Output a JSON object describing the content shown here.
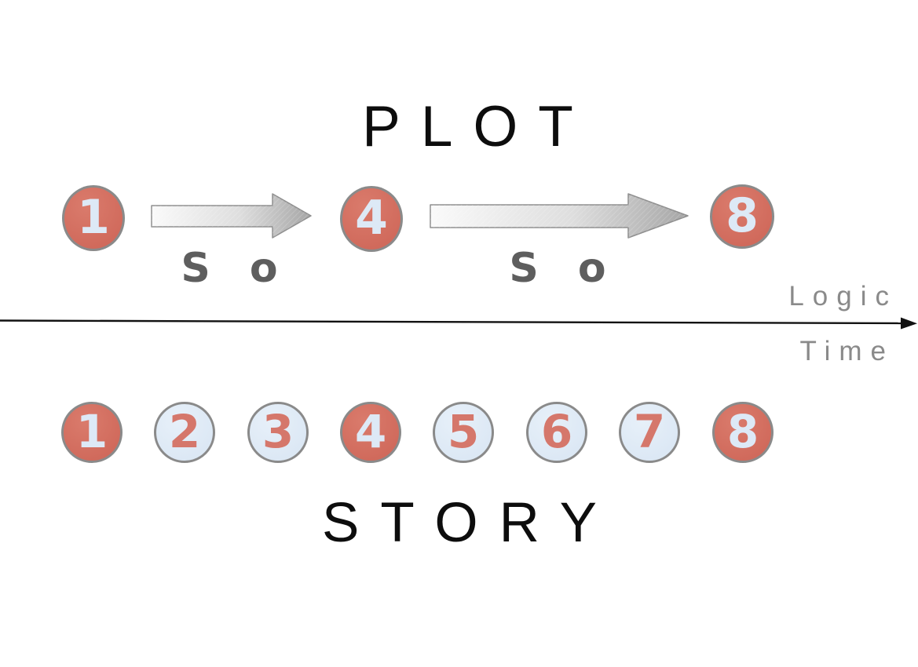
{
  "titles": {
    "plot": "PLOT",
    "story": "STORY"
  },
  "axis": {
    "above_label": "Logic",
    "below_label": "Time"
  },
  "plot_row": {
    "nodes": [
      {
        "label": "1",
        "variant": "red"
      },
      {
        "label": "4",
        "variant": "red"
      },
      {
        "label": "8",
        "variant": "red"
      }
    ],
    "connectors": [
      {
        "label": "S o"
      },
      {
        "label": "S o"
      }
    ]
  },
  "story_row": {
    "nodes": [
      {
        "label": "1",
        "variant": "red"
      },
      {
        "label": "2",
        "variant": "blue"
      },
      {
        "label": "3",
        "variant": "blue"
      },
      {
        "label": "4",
        "variant": "red"
      },
      {
        "label": "5",
        "variant": "blue"
      },
      {
        "label": "6",
        "variant": "blue"
      },
      {
        "label": "7",
        "variant": "blue"
      },
      {
        "label": "8",
        "variant": "red"
      }
    ]
  },
  "colors": {
    "plot_point_fill": "#D06A5C",
    "plot_point_text": "#DDE9F6",
    "story_point_fill": "#DDE9F5",
    "story_point_text": "#D5776B",
    "circle_border": "#8A8A8A",
    "arrow_fill_start": "#FAFAFA",
    "arrow_fill_end": "#A6A6A6",
    "arrow_stroke": "#8F8F8F",
    "axis_color": "#111111",
    "axis_label_color": "#8A8A8A",
    "connector_text": "#5E5E5E",
    "title_color": "#0D0D0D"
  }
}
